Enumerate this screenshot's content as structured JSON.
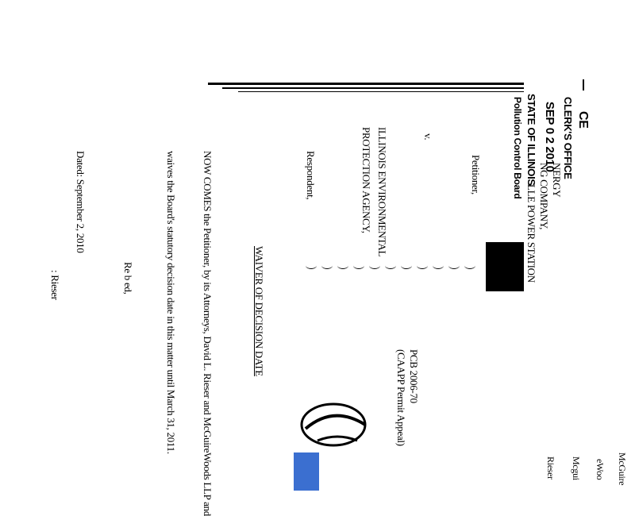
{
  "stamp": {
    "ce": "CE",
    "office": "CLERK'S OFFICE",
    "date": "SEP 0 2 2010",
    "state": "STATE OF ILLINOIS",
    "board": "Pollution Control Board"
  },
  "caption": {
    "petitioner_name_1": "NERGY",
    "petitioner_name_2": "NG COMPANY,",
    "petitioner_name_3": "LLE POWER STATION",
    "petitioner_label": "Petitioner,",
    "versus": "v.",
    "respondent_name_1": "ILLINOIS ENVIRONMENTAL",
    "respondent_name_2": "PROTECTION AGENCY,",
    "respondent_label": "Respondent,",
    "case_number": "PCB 2006-70",
    "case_type": "(CAAPP Permit Appeal)"
  },
  "title": "WAIVER OF DECISION DATE",
  "body": {
    "line1": "NOW COMES the Petitioner, by its Attorneys, David L. Rieser and McGuireWoods LLP and",
    "line2": "waives the Board's statutory decision date in this matter until March 31, 2011."
  },
  "signature": {
    "dated": "Dated: September 2, 2010",
    "respectfully": "Re     b     ed,",
    "by": ":   Rieser"
  },
  "margin_fragments": [
    "McGuire",
    "Mcgui",
    "Rieser",
    "eWoo"
  ]
}
